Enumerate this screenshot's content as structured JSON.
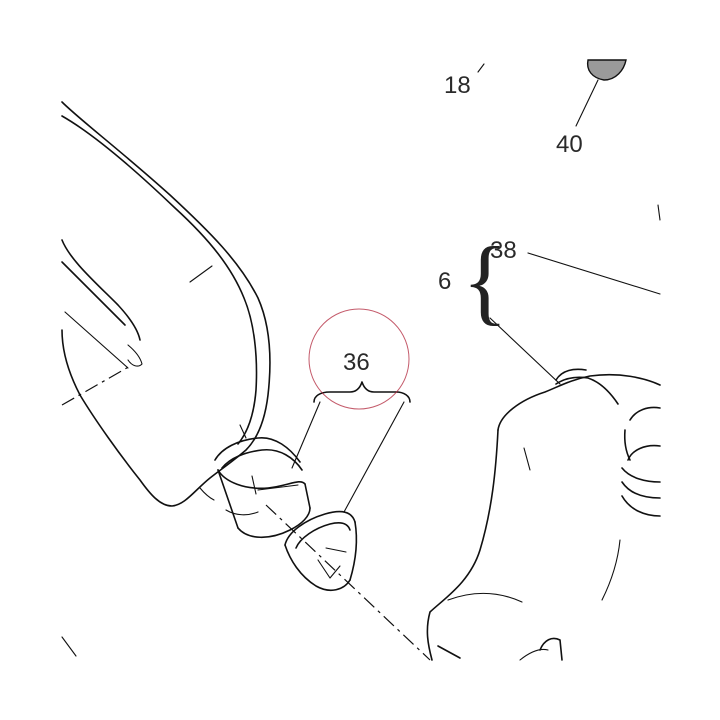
{
  "callouts": {
    "c18": "18",
    "c40": "40",
    "c38": "38",
    "c6": "6",
    "c36": "36"
  },
  "colors": {
    "line": "#111111",
    "highlight_circle": "#b0243a",
    "part_fill": "#ffffff",
    "fastener_fill": "#9a9a9a"
  }
}
